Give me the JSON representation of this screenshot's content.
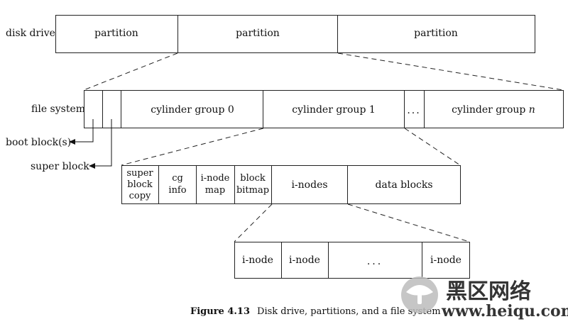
{
  "disk": {
    "label": "disk drive",
    "partitions": [
      "partition",
      "partition",
      "partition"
    ]
  },
  "filesystem": {
    "label": "file system",
    "boot_label": "boot block(s)",
    "super_label": "super block",
    "cg0": "cylinder group 0",
    "cg1": "cylinder group 1",
    "ellipsis": "...",
    "cgn_prefix": "cylinder group ",
    "cgn_var": "n"
  },
  "cylinder_group": {
    "super_copy": [
      "super",
      "block",
      "copy"
    ],
    "cg_info": [
      "cg",
      "info"
    ],
    "inode_map": [
      "i-node",
      "map"
    ],
    "block_bitmap": [
      "block",
      "bitmap"
    ],
    "inodes": "i-nodes",
    "data_blocks": "data blocks"
  },
  "inode_array": {
    "inode1": "i-node",
    "inode2": "i-node",
    "ellipsis": "...",
    "inode_last": "i-node"
  },
  "caption": {
    "label": "Figure 4.13",
    "text": "Disk drive, partitions, and a file system"
  },
  "watermark": {
    "chinese": "黑区网络",
    "url": "www.heiqu.com"
  }
}
